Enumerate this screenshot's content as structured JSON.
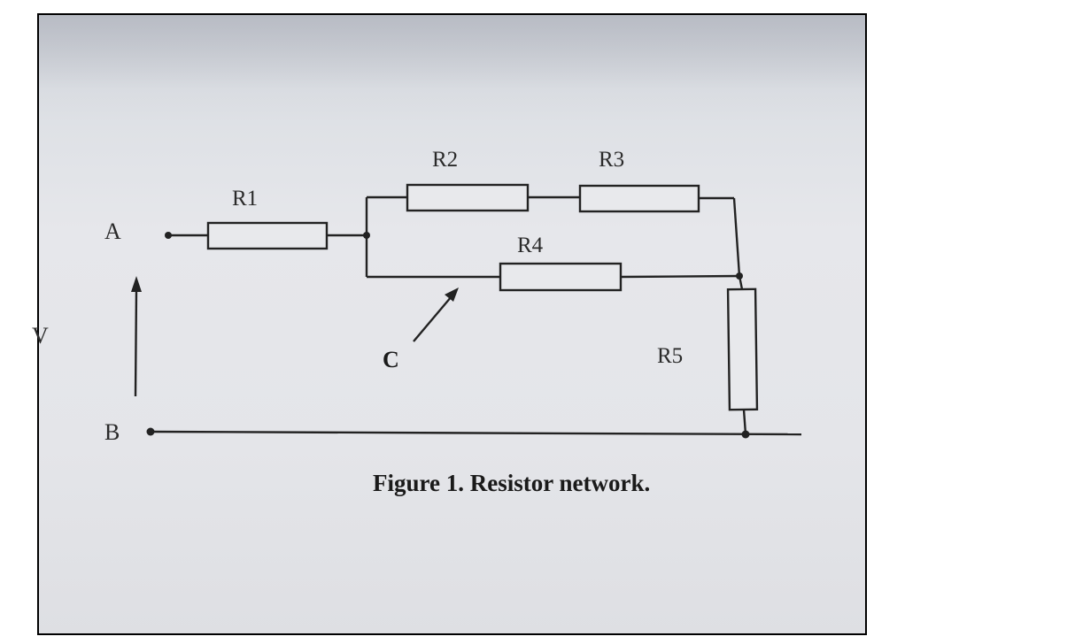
{
  "nodes": {
    "a": "A",
    "b": "B",
    "c": "C"
  },
  "voltage_label": "V",
  "resistors": {
    "r1": "R1",
    "r2": "R2",
    "r3": "R3",
    "r4": "R4",
    "r5": "R5"
  },
  "caption": "Figure 1. Resistor network."
}
